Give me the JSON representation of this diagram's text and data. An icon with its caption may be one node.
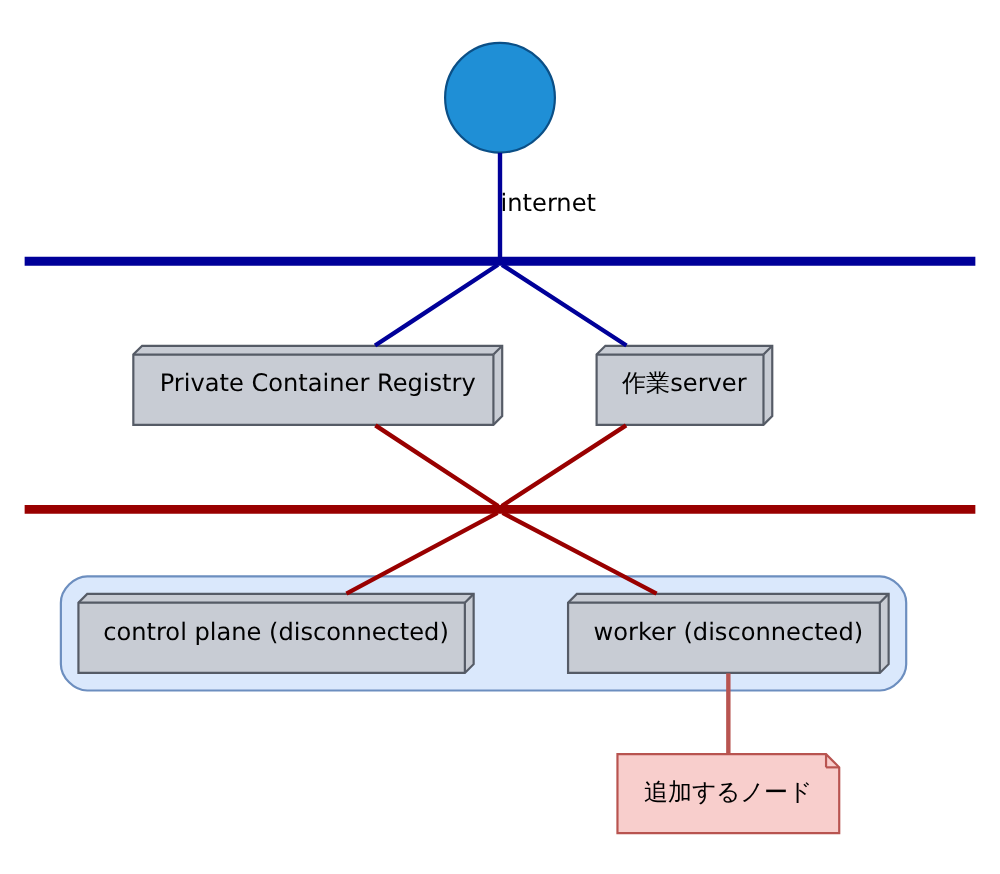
{
  "diagram": {
    "nodes": [
      {
        "text": [],
        "shape": "circle"
      },
      {
        "text": [],
        "shape": "bar"
      },
      {
        "text": [
          "Private Container Registry"
        ]
      },
      {
        "text": [
          "作業server"
        ]
      },
      {
        "text": [],
        "shape": "bar"
      },
      {
        "text": [],
        "shape": "box"
      },
      {
        "text": [
          "control plane (disconnected)"
        ],
        "in": 5
      },
      {
        "text": [
          "worker (disconnected)"
        ],
        "in": 5
      },
      {
        "text": [
          "追加するノード"
        ]
      }
    ],
    "edges": [
      {
        "from": 0,
        "to": 1,
        "arrow": "none",
        "label": "internet",
        "color": "#000099"
      },
      {
        "from": 1,
        "to": 2,
        "arrow": "none",
        "color": "#000099"
      },
      {
        "from": 1,
        "to": 3,
        "arrow": "none",
        "color": "#000099"
      },
      {
        "from": 2,
        "to": 4,
        "arrow": "none",
        "color": "#990000"
      },
      {
        "from": 3,
        "to": 4,
        "arrow": "none",
        "color": "#990000"
      },
      {
        "from": 4,
        "to": 6,
        "arrow": "none",
        "color": "#990000"
      },
      {
        "from": 4,
        "to": 7,
        "arrow": "none",
        "color": "#990000"
      },
      {
        "from": 8,
        "to": 7,
        "arrow": "none",
        "color": "#b85450"
      }
    ]
  }
}
